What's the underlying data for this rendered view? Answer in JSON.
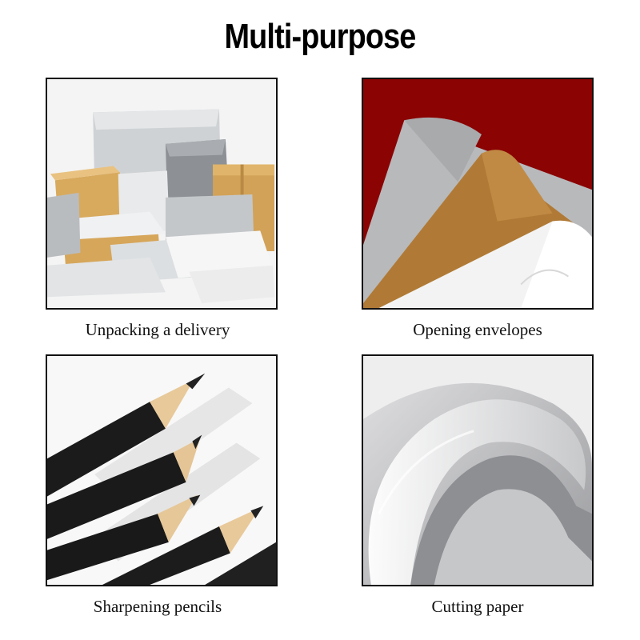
{
  "title": "Multi-purpose",
  "tiles": [
    {
      "caption": "Unpacking a delivery",
      "image": "delivery-packages-image"
    },
    {
      "caption": "Opening envelopes",
      "image": "envelopes-image"
    },
    {
      "caption": "Sharpening pencils",
      "image": "pencils-image"
    },
    {
      "caption": "Cutting paper",
      "image": "curled-paper-image"
    }
  ],
  "colors": {
    "envelope_background": "#8b0000",
    "kraft": "#b07a38",
    "cardboard": "#d4a860",
    "pencil_wood": "#e8c99a",
    "pencil_body": "#1a1a1a"
  }
}
